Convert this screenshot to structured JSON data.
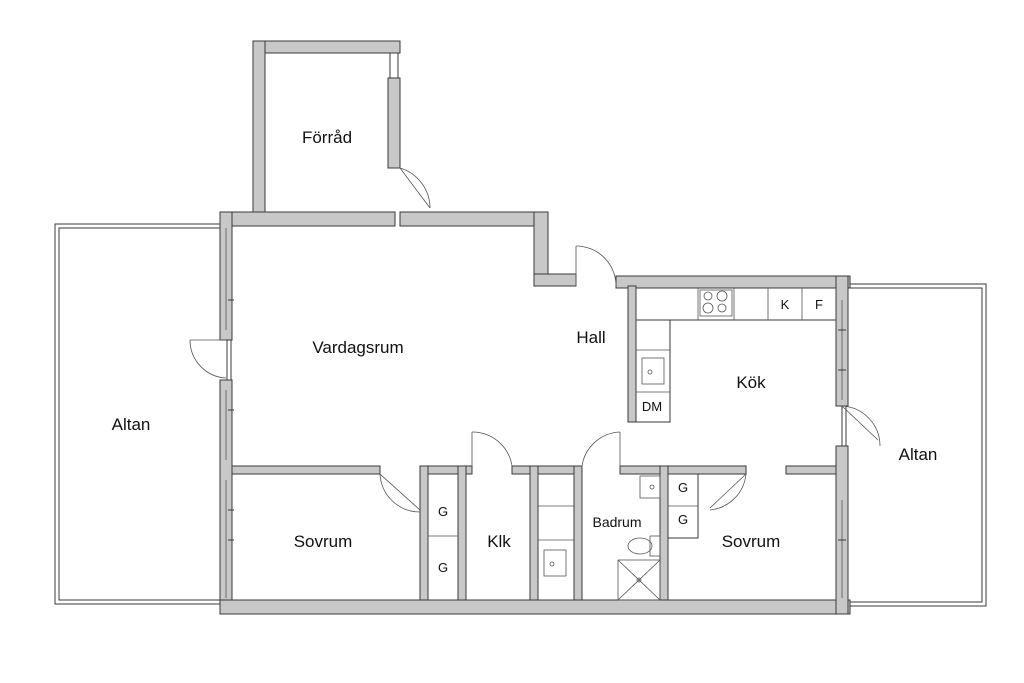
{
  "rooms": {
    "forrad": "Förråd",
    "vardagsrum": "Vardagsrum",
    "hall": "Hall",
    "kok": "Kök",
    "altan_left": "Altan",
    "altan_right": "Altan",
    "sovrum_left": "Sovrum",
    "sovrum_right": "Sovrum",
    "klk": "Klk",
    "badrum": "Badrum"
  },
  "fixtures": {
    "kitchen_k": "K",
    "kitchen_f": "F",
    "dm": "DM",
    "g1": "G",
    "g2": "G",
    "g3": "G",
    "g4": "G"
  },
  "colors": {
    "wall_fill": "#c8c8c8",
    "wall_stroke": "#3a3a3a",
    "background": "#ffffff"
  }
}
